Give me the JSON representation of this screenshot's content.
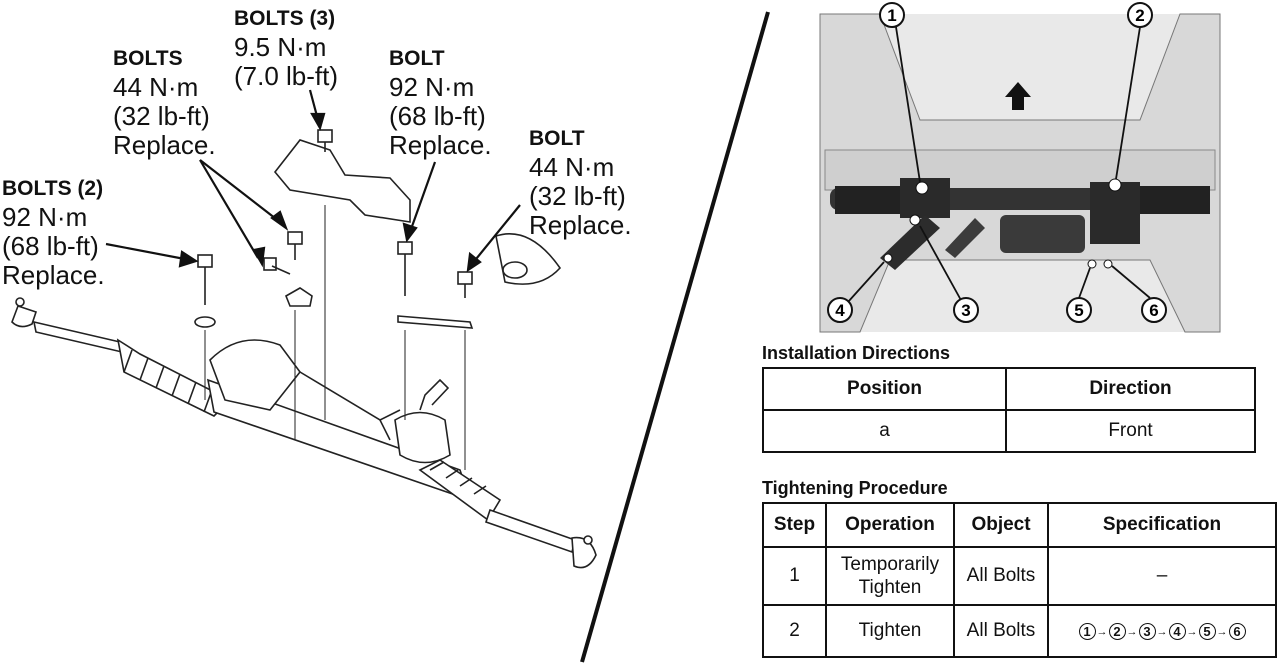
{
  "callouts": {
    "bolts3": {
      "title": "BOLTS (3)",
      "lines": [
        "9.5 N·m",
        "(7.0 lb-ft)"
      ]
    },
    "bolts_left": {
      "title": "BOLTS",
      "lines": [
        "44 N·m",
        "(32 lb-ft)",
        "Replace."
      ]
    },
    "bolt_mid": {
      "title": "BOLT",
      "lines": [
        "92 N·m",
        "(68 lb-ft)",
        "Replace."
      ]
    },
    "bolt_right": {
      "title": "BOLT",
      "lines": [
        "44 N·m",
        "(32 lb-ft)",
        "Replace."
      ]
    },
    "bolts2": {
      "title": "BOLTS (2)",
      "lines": [
        "92 N·m",
        "(68 lb-ft)",
        "Replace."
      ]
    }
  },
  "photo_markers": [
    "1",
    "2",
    "3",
    "4",
    "5",
    "6"
  ],
  "installation": {
    "title": "Installation Directions",
    "headers": [
      "Position",
      "Direction"
    ],
    "rows": [
      [
        "a",
        "Front"
      ]
    ]
  },
  "tightening": {
    "title": "Tightening Procedure",
    "headers": [
      "Step",
      "Operation",
      "Object",
      "Specification"
    ],
    "rows": [
      {
        "step": "1",
        "operation": "Temporarily Tighten",
        "object": "All Bolts",
        "spec": "–"
      },
      {
        "step": "2",
        "operation": "Tighten",
        "object": "All Bolts",
        "sequence": [
          "1",
          "2",
          "3",
          "4",
          "5",
          "6"
        ]
      }
    ]
  }
}
